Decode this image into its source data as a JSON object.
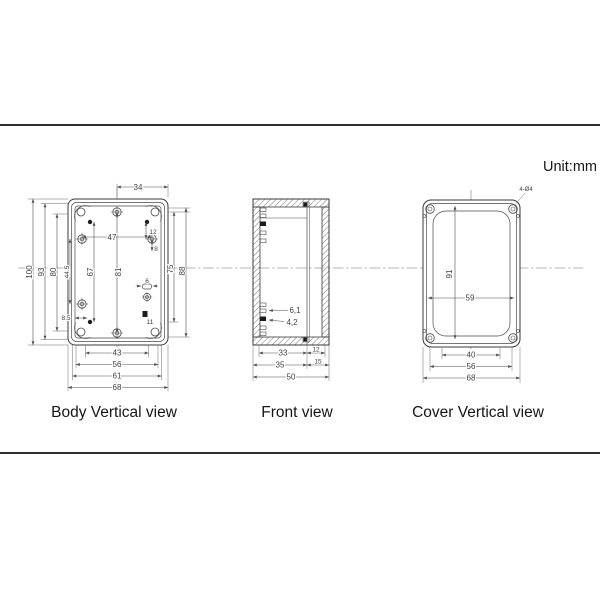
{
  "unit_label": "Unit:mm",
  "views": {
    "body": {
      "caption": "Body Vertical view",
      "dims": {
        "w34": "34",
        "c47": "47",
        "v100": "100",
        "v93": "93",
        "v80": "80",
        "v44_5": "44.5",
        "v67": "67",
        "v81": "81",
        "o12": "12",
        "o8": "8",
        "v75": "75",
        "v88": "88",
        "b43": "43",
        "b56": "56",
        "b61": "61",
        "b68": "68",
        "s8_5": "8.5",
        "s11": "11",
        "s6": "6"
      }
    },
    "front": {
      "caption": "Front view",
      "dims": {
        "d61": "6,1",
        "d42": "4,2",
        "b33": "33",
        "b12": "12",
        "b35": "35",
        "b15": "15",
        "b50": "50"
      }
    },
    "cover": {
      "caption": "Cover Vertical view",
      "dims": {
        "v91": "91",
        "h59": "59",
        "b40": "40",
        "b56": "56",
        "b68": "68",
        "note": "4-Ø4"
      }
    }
  },
  "colors": {
    "line": "#3a3a3a",
    "dim": "#4f4f4f",
    "border": "#2e2e2e",
    "background": "#ffffff"
  }
}
